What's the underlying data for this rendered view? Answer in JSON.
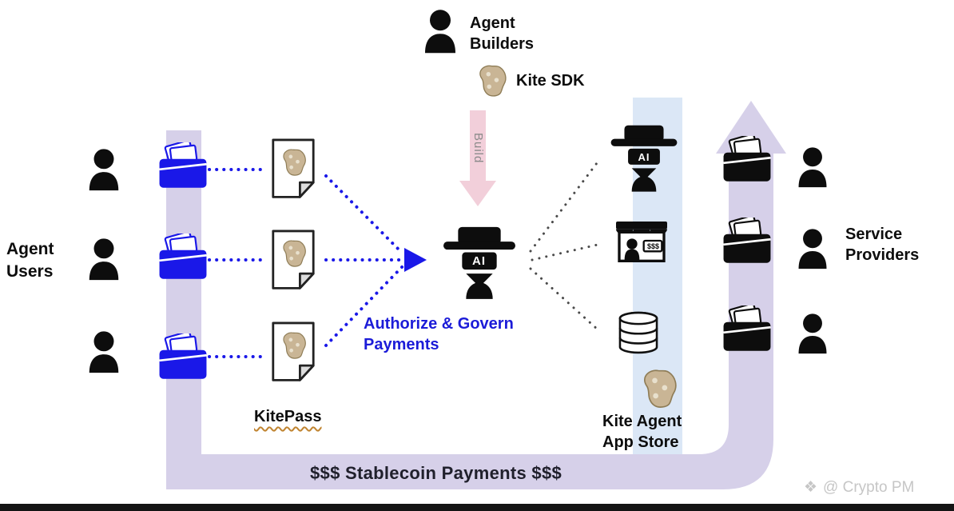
{
  "colors": {
    "stablecoin_flow_band": "#d6d0e9",
    "app_store_band": "#dbe7f6",
    "build_arrow_pink": "#f2cfda",
    "accent_blue": "#1a18e8",
    "kite_tan": "#c9b595",
    "black": "#0d0d0d"
  },
  "labels": {
    "agent_builders": "Agent Builders",
    "kite_sdk": "Kite SDK",
    "build": "Build",
    "agent_users": "Agent Users",
    "authorize_govern_payments": "Authorize & Govern Payments",
    "kitepass": "KitePass",
    "kite_agent_app_store": "Kite Agent App Store",
    "service_providers": "Service Providers",
    "stablecoin_payments": "$$$ Stablecoin Payments $$$"
  },
  "icons": {
    "ai_label": "AI",
    "storefront_price": "$$$"
  },
  "watermark": {
    "icon": "❖",
    "text": "@ Crypto PM"
  }
}
